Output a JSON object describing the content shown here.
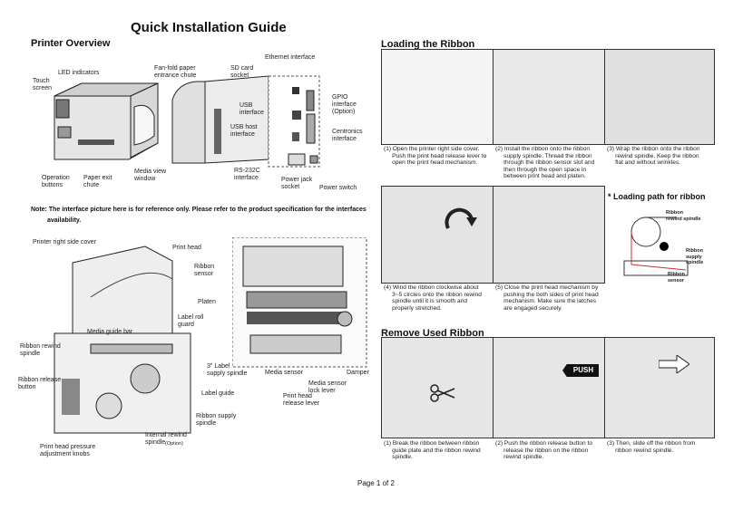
{
  "title": "Quick Installation Guide",
  "left": {
    "overview_heading": "Printer Overview",
    "labels": {
      "touch_screen": "Touch\nscreen",
      "led": "LED indicators",
      "fanfold": "Fan-fold paper\nentrance chute",
      "sd": "SD card\nsocket",
      "ethernet": "Ethernet interface",
      "usb": "USB\ninterface",
      "usb_host": "USB host\ninterface",
      "gpio": "GPIO\ninterface\n(Option)",
      "centronics": "Centronics\ninterface",
      "rs232": "RS-232C\ninterface",
      "power_jack": "Power jack\nsocket",
      "power_switch": "Power switch",
      "operation": "Operation\nbuttons",
      "paper_exit": "Paper exit\nchute",
      "media_view": "Media view\nwindow"
    },
    "note": "Note: The interface picture here is for reference only. Please refer to the product specification for the interfaces",
    "note2": "availability.",
    "labels2": {
      "side_cover": "Printer right side cover",
      "print_head": "Print head",
      "ribbon_sensor": "Ribbon\nsensor",
      "platen": "Platen",
      "label_roll_guard": "Label roll\nguard",
      "media_guide_bar": "Media guide bar",
      "ribbon_rewind": "Ribbon rewind\nspindle",
      "three_inch": "3\" Label\nsupply spindle",
      "ribbon_release": "Ribbon release\nbutton",
      "label_guide": "Label guide",
      "media_sensor": "Media sensor",
      "damper": "Damper",
      "media_sensor_lock": "Media sensor\nlock lever",
      "print_head_release": "Print head\nrelease lever",
      "ribbon_supply": "Ribbon supply\nspindle",
      "internal_rewind": "Internal rewind\nspindle",
      "option_small": "(Option)",
      "pressure": "Print head pressure\nadjustment knobs"
    }
  },
  "right": {
    "loading_heading": "Loading the Ribbon",
    "steps": [
      "(1) Open the printer right side cover.\n     Push the print head release lever to\n     open the print head mechanism.",
      "(2) Install the ribbon onto the ribbon\n     supply spindle. Thread the ribbon\n     through the ribbon sensor slot and\n     then through the open space in\n     between print head and platen.",
      "(3) Wrap the ribbon onto the ribbon\n     rewind spindle. Keep the ribbon\n     flat and without wrinkles.",
      "(4) Wind the ribbon clockwise about\n     3~5 circles onto the ribbon rewind\n     spindle until it is smooth and\n     properly stretched.",
      "(5) Close the print head mechanism by\n     pushing the both sides of print head\n     mechanism. Make sure the latches\n     are engaged securely."
    ],
    "path_heading": "* Loading path for ribbon",
    "path_labels": {
      "rewind": "Ribbon\nrewind spindle",
      "supply": "Ribbon\nsupply\nspindle",
      "sensor": "Ribbon\nsensor"
    },
    "remove_heading": "Remove Used Ribbon",
    "remove_steps": [
      "(1) Break the ribbon between ribbon\n     guide plate and the ribbon rewind\n     spindle.",
      "(2) Push the ribbon release button to\n     release the ribbon on the ribbon\n     rewind spindle.",
      "(3) Then, slide off the ribbon from\n     ribbon rewind spindle."
    ],
    "push_label": "PUSH"
  },
  "footer": "Page 1 of 2"
}
